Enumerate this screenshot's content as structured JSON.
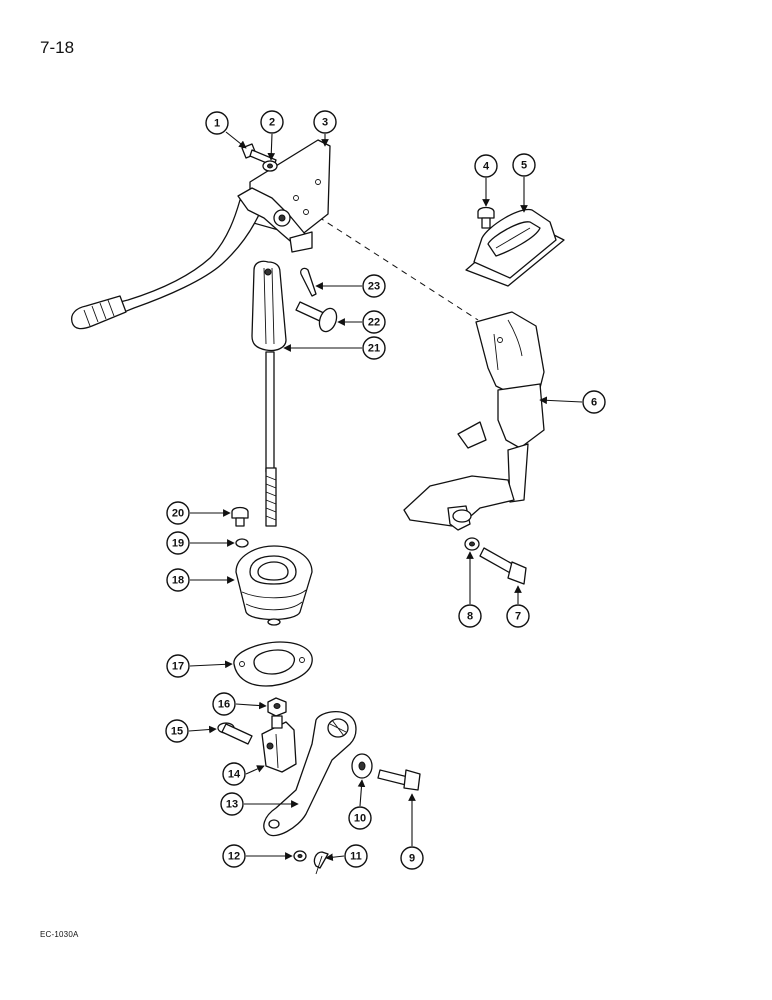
{
  "page": {
    "page_number": "7-18",
    "figure_code": "EC-1030A"
  },
  "callouts": [
    {
      "id": "1",
      "label": "1"
    },
    {
      "id": "2",
      "label": "2"
    },
    {
      "id": "3",
      "label": "3"
    },
    {
      "id": "4",
      "label": "4"
    },
    {
      "id": "5",
      "label": "5"
    },
    {
      "id": "6",
      "label": "6"
    },
    {
      "id": "7",
      "label": "7"
    },
    {
      "id": "8",
      "label": "8"
    },
    {
      "id": "9",
      "label": "9"
    },
    {
      "id": "10",
      "label": "10"
    },
    {
      "id": "11",
      "label": "11"
    },
    {
      "id": "12",
      "label": "12"
    },
    {
      "id": "13",
      "label": "13"
    },
    {
      "id": "14",
      "label": "14"
    },
    {
      "id": "15",
      "label": "15"
    },
    {
      "id": "16",
      "label": "16"
    },
    {
      "id": "17",
      "label": "17"
    },
    {
      "id": "18",
      "label": "18"
    },
    {
      "id": "19",
      "label": "19"
    },
    {
      "id": "20",
      "label": "20"
    },
    {
      "id": "21",
      "label": "21"
    },
    {
      "id": "22",
      "label": "22"
    },
    {
      "id": "23",
      "label": "23"
    }
  ]
}
